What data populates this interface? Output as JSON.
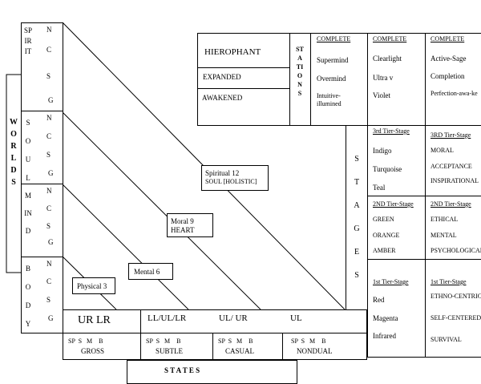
{
  "worlds": {
    "title": "WORLDS",
    "rows": [
      {
        "name": "SPIRIT",
        "letters": [
          "N",
          "C",
          "S",
          "G"
        ]
      },
      {
        "name": "SOUL",
        "letters": [
          "N",
          "C",
          "S",
          "G"
        ]
      },
      {
        "name": "MIND",
        "letters": [
          "N",
          "C",
          "S",
          "G"
        ]
      },
      {
        "name": "BODY",
        "letters": [
          "N",
          "C",
          "S",
          "G"
        ]
      }
    ]
  },
  "lines_labels": {
    "spiritual": "Spiritual 12",
    "spiritual_sub": "SOUL [HOLISTIC]",
    "moral": "Moral 9",
    "moral_sub": "HEART",
    "mental": "Mental 6",
    "physical": "Physical 3"
  },
  "quadrants": {
    "ur_lr": "UR LR",
    "ll_ul_lr": "LL/UL/LR",
    "ul_ur": "UL/ UR",
    "ul": "UL"
  },
  "state_cells": [
    {
      "codes": "SP  S   M    B",
      "name": "GROSS"
    },
    {
      "codes": "SP  S   M    B",
      "name": "SUBTLE"
    },
    {
      "codes": "SP  S   M    B",
      "name": "CASUAL"
    },
    {
      "codes": "SP  S   M    B",
      "name": "NONDUAL"
    }
  ],
  "states_title": "S T A T E S",
  "hierophant": {
    "title": "HIEROPHANT",
    "expanded": "EXPANDED",
    "awakened": "AWAKENED"
  },
  "stations": {
    "title": "STATIONS",
    "header": "COMPLETE",
    "items": [
      "Supermind",
      "Overmind",
      "Intuitive-illumined"
    ]
  },
  "stages": {
    "title": "STAGES",
    "complete_header": "COMPLETE",
    "complete_items": [
      "Clearlight",
      "Ultra v",
      "Violet"
    ],
    "tier3_header": "3rd Tier-Stage",
    "tier3_items": [
      "Indigo",
      "Turquoise",
      "Teal"
    ],
    "tier2_header": "2ND Tier-Stage",
    "tier2_items": [
      "GREEN",
      "ORANGE",
      "AMBER"
    ],
    "tier1_header": "1st Tier-Stage",
    "tier1_items": [
      "Red",
      "Magenta",
      "Infrared"
    ]
  },
  "right_col": {
    "complete_header": "COMPLETE",
    "complete_items": [
      "Active-Sage",
      "Completion",
      "Perfection-awa-ke"
    ],
    "tier3_header": "3RD Tier-Stage",
    "tier3_items": [
      "MORAL",
      "ACCEPTANCE",
      "INSPIRATIONAL"
    ],
    "tier2_header": "2ND Tier-Stage",
    "tier2_items": [
      "ETHICAL",
      "MENTAL",
      "PSYCHOLOGICAL"
    ],
    "tier1_header": "1st Tier-Stage",
    "tier1_items": [
      "ETHNO-CENTRIC",
      "SELF-CENTERED",
      "SURVIVAL"
    ]
  }
}
